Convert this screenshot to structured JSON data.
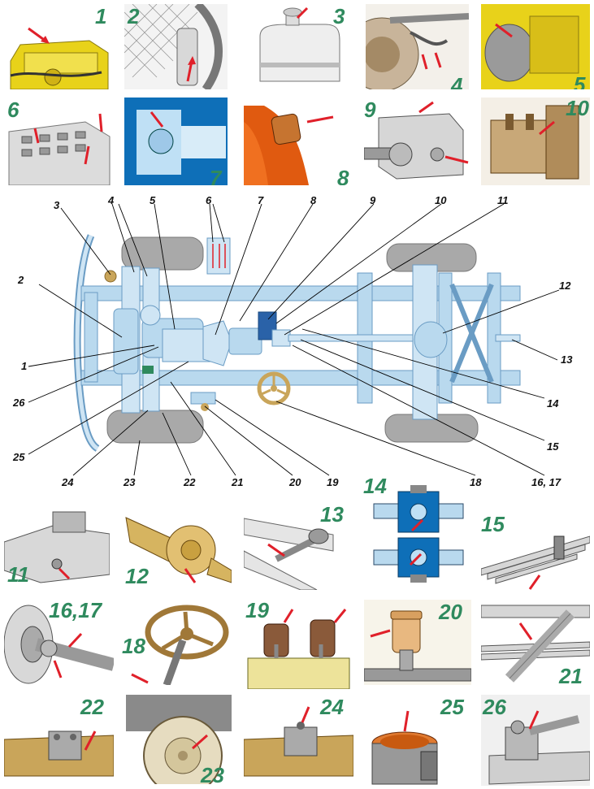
{
  "panels": [
    {
      "id": "p1",
      "number": "1",
      "icon": "engine-cover-icon"
    },
    {
      "id": "p2",
      "number": "2",
      "icon": "radiator-icon"
    },
    {
      "id": "p3",
      "number": "3",
      "icon": "expansion-tank-icon"
    },
    {
      "id": "p4",
      "number": "4",
      "icon": "brake-hose-icon"
    },
    {
      "id": "p5",
      "number": "5",
      "icon": "air-filter-icon"
    },
    {
      "id": "p6",
      "number": "6",
      "icon": "battery-icon"
    },
    {
      "id": "p7",
      "number": "7",
      "icon": "clutch-icon"
    },
    {
      "id": "p8",
      "number": "8",
      "icon": "oil-filter-icon"
    },
    {
      "id": "p9",
      "number": "9",
      "icon": "gearbox-icon"
    },
    {
      "id": "p10",
      "number": "10",
      "icon": "transfer-case-icon"
    },
    {
      "id": "p11",
      "number": "11",
      "icon": "transfer-case-bottom-icon"
    },
    {
      "id": "p12",
      "number": "12",
      "icon": "rear-axle-icon"
    },
    {
      "id": "p13",
      "number": "13",
      "icon": "tow-hook-icon"
    },
    {
      "id": "p14",
      "number": "14",
      "icon": "universal-joint-icon"
    },
    {
      "id": "p15",
      "number": "15",
      "icon": "leaf-spring-icon"
    },
    {
      "id": "p16",
      "number": "16,17",
      "icon": "propeller-shaft-icon"
    },
    {
      "id": "p18",
      "number": "18",
      "icon": "steering-wheel-icon"
    },
    {
      "id": "p19",
      "number": "19",
      "icon": "brake-master-cylinder-icon"
    },
    {
      "id": "p20",
      "number": "20",
      "icon": "fluid-reservoir-icon"
    },
    {
      "id": "p21",
      "number": "21",
      "icon": "shock-absorber-icon"
    },
    {
      "id": "p22",
      "number": "22",
      "icon": "steering-knuckle-icon"
    },
    {
      "id": "p23",
      "number": "23",
      "icon": "wheel-icon"
    },
    {
      "id": "p24",
      "number": "24",
      "icon": "pivot-icon"
    },
    {
      "id": "p25",
      "number": "25",
      "icon": "fuel-pump-icon"
    },
    {
      "id": "p26",
      "number": "26",
      "icon": "steering-gear-icon"
    }
  ],
  "callouts": [
    "1",
    "2",
    "3",
    "4",
    "5",
    "6",
    "7",
    "8",
    "9",
    "10",
    "11",
    "12",
    "13",
    "14",
    "15",
    "16, 17",
    "18",
    "19",
    "20",
    "21",
    "22",
    "23",
    "24",
    "25",
    "26"
  ],
  "colors": {
    "number_green": "#2f8a5e",
    "frame_blue": "#b9d9ee",
    "frame_outline": "#6a9cc4",
    "tire_gray": "#a9a9a9",
    "part_yellow": "#e8d21a",
    "brass": "#c9a55a",
    "arrow_red": "#e0202a"
  }
}
